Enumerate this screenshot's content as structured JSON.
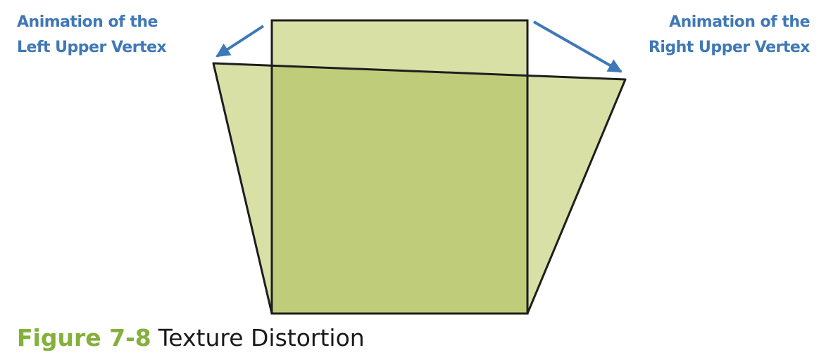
{
  "labels": {
    "left_vertex": [
      "Animation of the",
      "Left Upper Vertex"
    ],
    "right_vertex": [
      "Animation of the",
      "Right Upper Vertex"
    ]
  },
  "caption": {
    "label": "Figure 7-8",
    "title": "Texture Distortion"
  },
  "colors": {
    "label_blue": "#3f78b6",
    "arrow_blue": "#3f78b6",
    "caption_green": "#84b03c",
    "original_fill": "#d8e0a6",
    "distorted_fill": "#d8e0a6",
    "overlap_fill": "#bfcd7a",
    "outline": "#1e1e1e"
  }
}
